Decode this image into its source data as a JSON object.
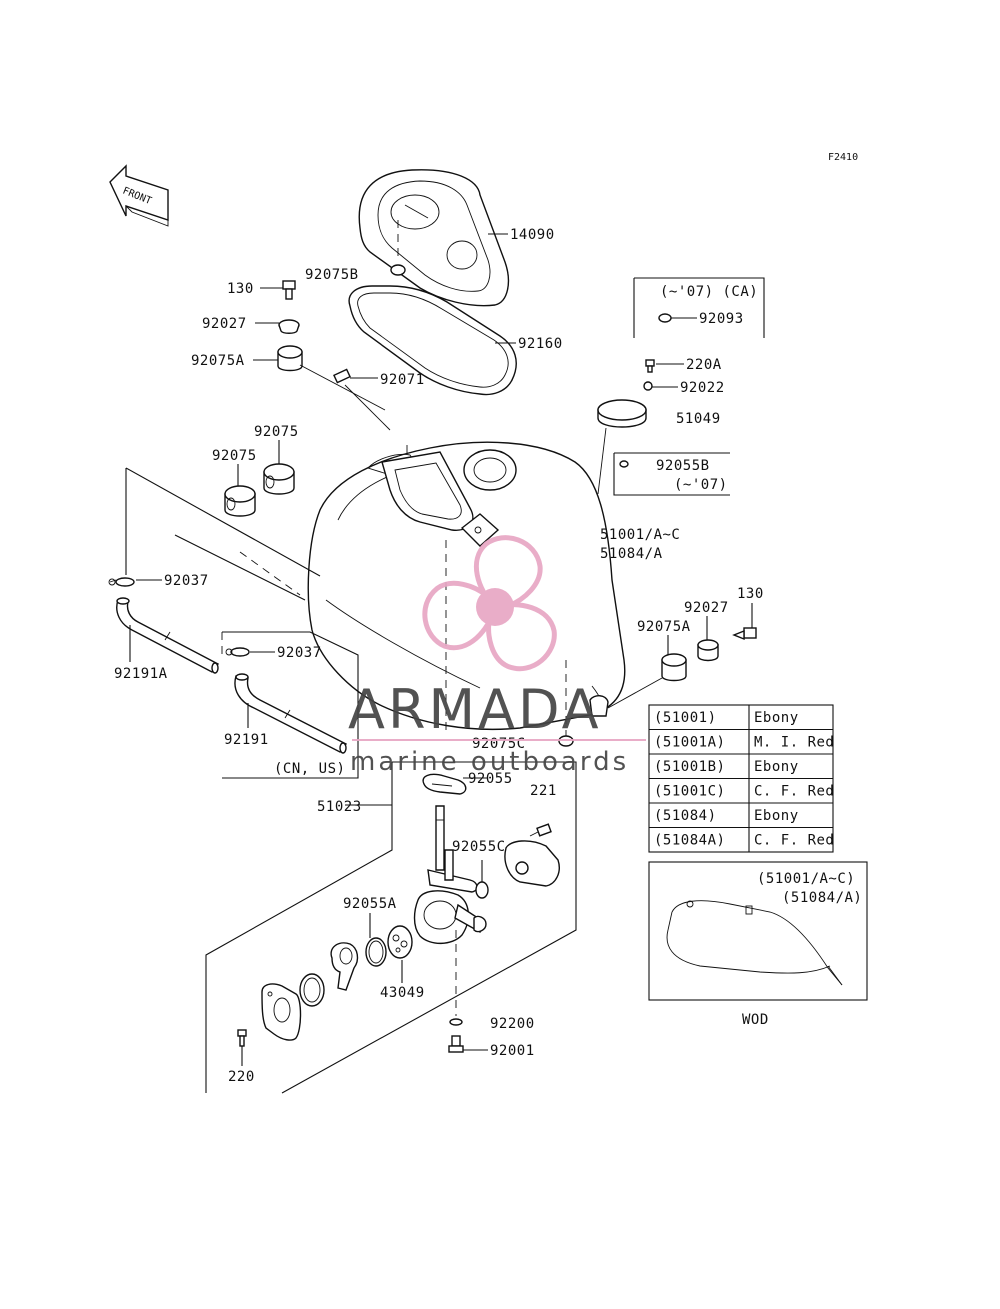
{
  "figure_code": "F2410",
  "front_label": "FRONT",
  "callouts": {
    "c14090": "14090",
    "c92075B": "92075B",
    "c130a": "130",
    "c92027a": "92027",
    "c92160": "92160",
    "c92075Aa": "92075A",
    "c92071": "92071",
    "c220A": "220A",
    "c92022": "92022",
    "c51049": "51049",
    "c92075a": "92075",
    "c92075b": "92075",
    "c92037a": "92037",
    "c51001": "51001/A~C",
    "c51084": "51084/A",
    "c130b": "130",
    "c92027b": "92027",
    "c92075Ab": "92075A",
    "c92191A": "92191A",
    "c92037b": "92037",
    "c92191": "92191",
    "c92075C": "92075C",
    "c92055": "92055",
    "c221": "221",
    "c51023": "51023",
    "c92055C": "92055C",
    "c92055A": "92055A",
    "c43049": "43049",
    "c92200": "92200",
    "c92001": "92001",
    "c220": "220"
  },
  "box_ca": {
    "title": "(~'07) (CA)",
    "part": "92093"
  },
  "box_92055B": {
    "part": "92055B",
    "note": "(~'07)"
  },
  "cn_us": "(CN, US)",
  "color_table": [
    {
      "code": "(51001)",
      "color": "Ebony"
    },
    {
      "code": "(51001A)",
      "color": "M. I. Red"
    },
    {
      "code": "(51001B)",
      "color": "Ebony"
    },
    {
      "code": "(51001C)",
      "color": "C. F. Red"
    },
    {
      "code": "(51084)",
      "color": "Ebony"
    },
    {
      "code": "(51084A)",
      "color": "C. F. Red"
    }
  ],
  "inset": {
    "line1": "(51001/A~C)",
    "line2": "(51084/A)",
    "caption": "WOD"
  },
  "watermark": {
    "brand": "ARMADA",
    "tagline": "marine outboards",
    "color": "#e8a7c4"
  }
}
